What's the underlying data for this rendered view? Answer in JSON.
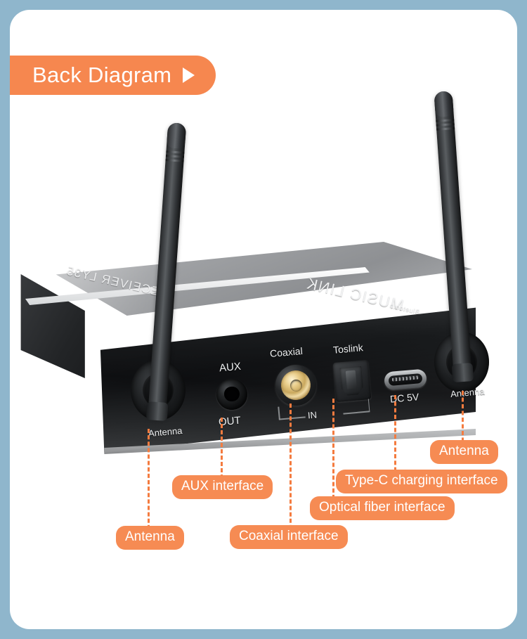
{
  "header": {
    "title": "Back Diagram",
    "arrow_icon": "play-triangle-icon",
    "bg_color": "#F6874F",
    "text_color": "#FFFFFF"
  },
  "theme": {
    "page_bg": "#8FB6CC",
    "card_bg": "#FFFFFF",
    "accent": "#F68B53",
    "leader_color": "#F47B3F"
  },
  "device": {
    "silkscreen": {
      "model": "RECEIVER LY35",
      "brand": "MUSIC LINK",
      "bluetooth": "Bluetooth"
    },
    "panel_labels": {
      "coaxial": "Coaxial",
      "toslink": "Toslink",
      "aux": "AUX",
      "out": "OUT",
      "dc5v": "DC 5V",
      "in": "IN",
      "antenna_left": "Antenna",
      "antenna_right": "Antenna"
    },
    "ports": [
      {
        "name": "antenna-left",
        "icon": "antenna-icon"
      },
      {
        "name": "aux-out-jack",
        "icon": "audio-jack-icon"
      },
      {
        "name": "coaxial-rca",
        "icon": "rca-jack-icon"
      },
      {
        "name": "toslink-optical",
        "icon": "optical-port-icon"
      },
      {
        "name": "usb-c-power",
        "icon": "usb-c-icon"
      },
      {
        "name": "antenna-right",
        "icon": "antenna-icon"
      }
    ]
  },
  "callouts": [
    {
      "id": "antenna-left",
      "label": "Antenna"
    },
    {
      "id": "aux",
      "label": "AUX interface"
    },
    {
      "id": "coaxial",
      "label": "Coaxial interface"
    },
    {
      "id": "optical",
      "label": "Optical fiber interface"
    },
    {
      "id": "typec",
      "label": "Type-C charging interface"
    },
    {
      "id": "antenna-right",
      "label": "Antenna"
    }
  ]
}
